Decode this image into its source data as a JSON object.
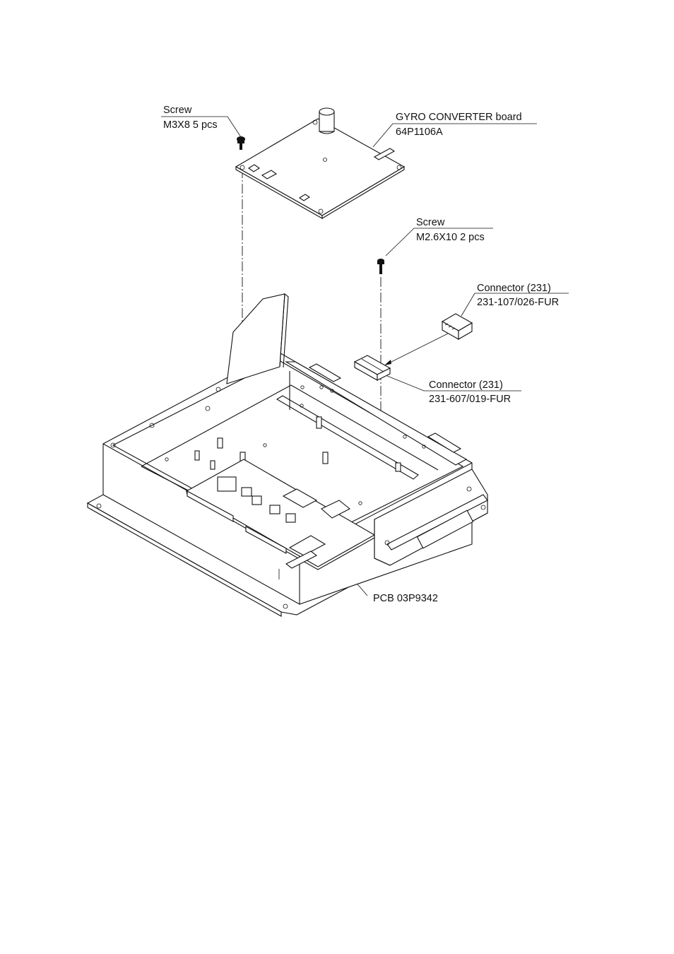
{
  "callouts": {
    "screw_top": {
      "title": "Screw",
      "spec": "M3X8  5 pcs"
    },
    "gyro_board": {
      "title": "GYRO CONVERTER board",
      "spec": "64P1106A"
    },
    "screw_right": {
      "title": "Screw",
      "spec": "M2.6X10  2 pcs"
    },
    "connector_plug": {
      "title": "Connector (231)",
      "spec": "231-107/026-FUR"
    },
    "connector_socket": {
      "title": "Connector (231)",
      "spec": "231-607/019-FUR"
    },
    "pcb": {
      "label": "PCB 03P9342"
    }
  }
}
